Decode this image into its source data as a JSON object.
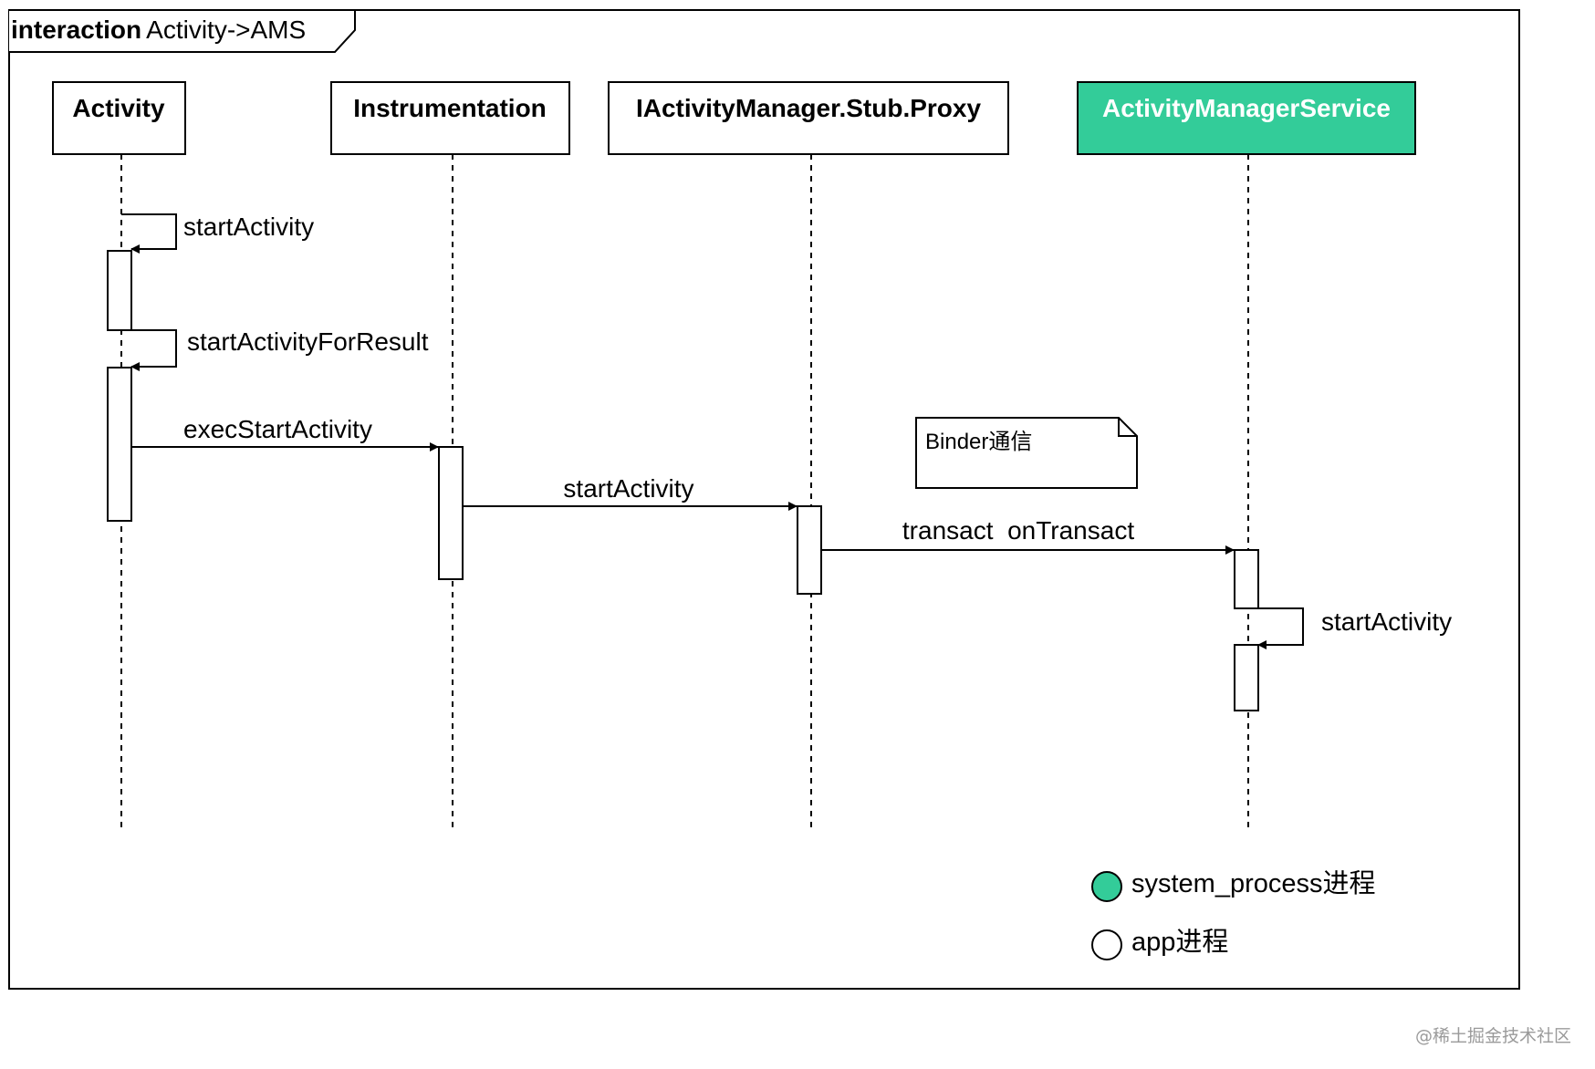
{
  "frame": {
    "keyword": "interaction",
    "name": "Activity->AMS"
  },
  "lifelines": [
    {
      "id": "activity",
      "label": "Activity",
      "highlight": false
    },
    {
      "id": "instrumentation",
      "label": "Instrumentation",
      "highlight": false
    },
    {
      "id": "proxy",
      "label": "IActivityManager.Stub.Proxy",
      "highlight": false
    },
    {
      "id": "ams",
      "label": "ActivityManagerService",
      "highlight": true
    }
  ],
  "messages": [
    {
      "from": "activity",
      "to": "activity",
      "label": "startActivity"
    },
    {
      "from": "activity",
      "to": "activity",
      "label": "startActivityForResult"
    },
    {
      "from": "activity",
      "to": "instrumentation",
      "label": "execStartActivity"
    },
    {
      "from": "instrumentation",
      "to": "proxy",
      "label": "startActivity"
    },
    {
      "from": "proxy",
      "to": "ams",
      "label": "transact  onTransact"
    },
    {
      "from": "ams",
      "to": "ams",
      "label": "startActivity"
    }
  ],
  "note": {
    "text": "Binder通信"
  },
  "legend": [
    {
      "label": "system_process进程",
      "color": "#33cc99",
      "filled": true
    },
    {
      "label": "app进程",
      "color": "#ffffff",
      "filled": false
    }
  ],
  "watermark": "@稀土掘金技术社区",
  "colors": {
    "highlight": "#33cc99",
    "line": "#000000",
    "background": "#ffffff"
  }
}
